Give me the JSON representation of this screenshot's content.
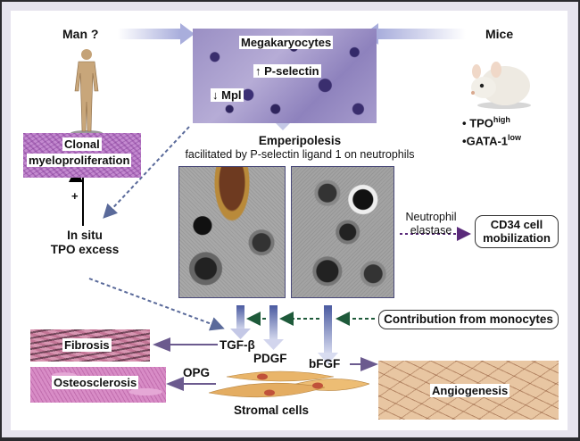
{
  "diagram": {
    "sources": {
      "man_label": "Man ?",
      "mice_label": "Mice",
      "mice_traits": [
        {
          "bullet": "•",
          "name": "TPO",
          "sup": "high"
        },
        {
          "bullet": "•",
          "name": "GATA-1",
          "sup": "low"
        }
      ]
    },
    "megakaryocyte_panel": {
      "title": "Megakaryocytes",
      "up_label": "↑ P-selectin",
      "down_label": "↓ Mpl"
    },
    "emperipolesis": {
      "title": "Emperipolesis",
      "subtitle": "facilitated by P-selectin ligand 1 on neutrophils"
    },
    "neutrophil_elastase": {
      "line1": "Neutrophil",
      "line2": "elastase"
    },
    "cd34_box": {
      "line1": "CD34 cell",
      "line2": "mobilization"
    },
    "clonal_box": {
      "line1": "Clonal",
      "line2": "myeloproliferation"
    },
    "plus_sign": "+",
    "tpo_excess": {
      "line1": "In situ",
      "line2": "TPO excess"
    },
    "monocytes_box": "Contribution from monocytes",
    "growth_factors": {
      "tgf": "TGF-β",
      "pdgf": "PDGF",
      "bfgf": "bFGF",
      "opg": "OPG"
    },
    "stromal_cells_label": "Stromal cells",
    "outcomes": {
      "fibrosis": "Fibrosis",
      "osteosclerosis": "Osteosclerosis",
      "angiogenesis": "Angiogenesis"
    },
    "colors": {
      "solid_arrow": "#6b5a8e",
      "dashed_blue": "#5a6a9a",
      "dashed_green": "#1e5a3a",
      "dashed_purple": "#5a2a7a",
      "big_arrow_top": "#4a5aa0",
      "big_arrow_bottom": "#d8dcf0"
    }
  }
}
